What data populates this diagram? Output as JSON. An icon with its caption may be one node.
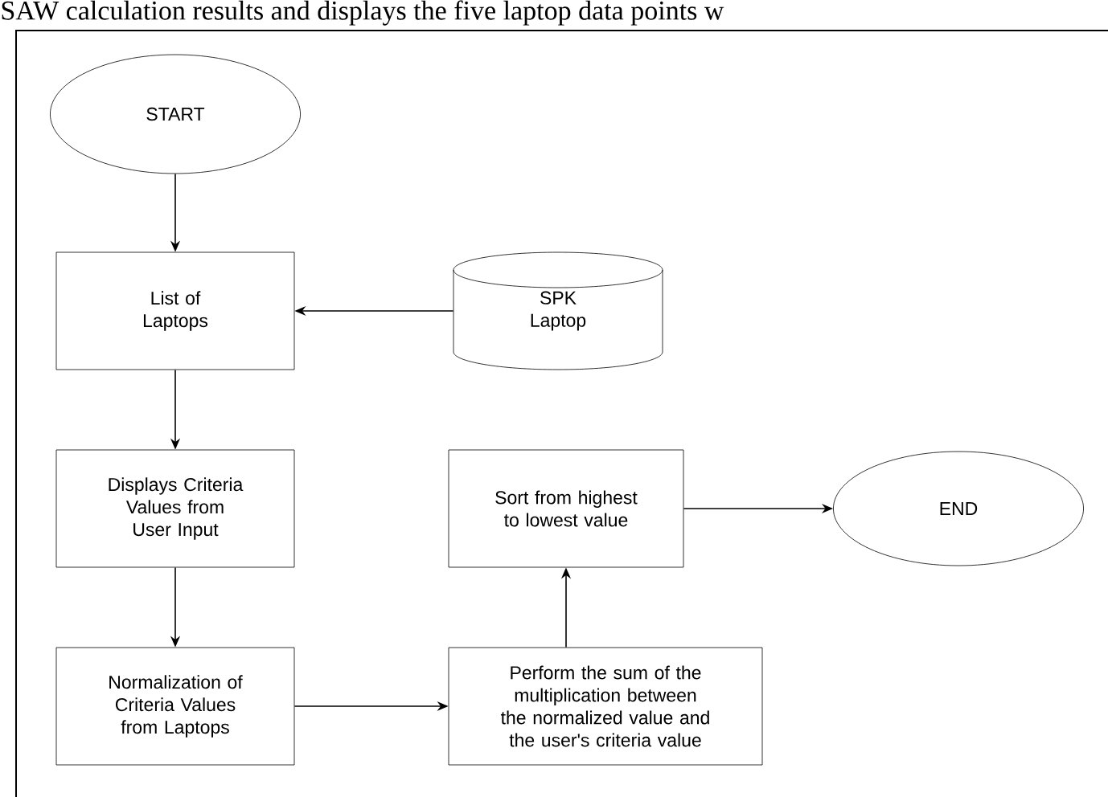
{
  "diagram": {
    "nodes": [
      {
        "text": [
          "START"
        ]
      },
      {
        "text": [
          "List of Laptops"
        ]
      },
      {
        "text": [
          "SPK Laptop"
        ]
      },
      {
        "text": [
          "Displays Criteria Values from User Input"
        ]
      },
      {
        "text": [
          "Normalization of Criteria Values from Laptops"
        ]
      },
      {
        "text": [
          "Perform the sum of the multiplication between the normalized value and the user's criteria value"
        ]
      },
      {
        "text": [
          "Sort from highest to lowest value"
        ]
      },
      {
        "text": [
          "END"
        ]
      }
    ],
    "edges": [
      {
        "from": 0,
        "to": 1,
        "arrow": "to"
      },
      {
        "from": 2,
        "to": 1,
        "arrow": "to"
      },
      {
        "from": 1,
        "to": 3,
        "arrow": "to"
      },
      {
        "from": 3,
        "to": 4,
        "arrow": "to"
      },
      {
        "from": 4,
        "to": 5,
        "arrow": "to"
      },
      {
        "from": 5,
        "to": 6,
        "arrow": "to"
      },
      {
        "from": 6,
        "to": 7,
        "arrow": "to"
      }
    ],
    "labels": [
      "SAW calculation results and displays the five laptop data points w"
    ]
  }
}
